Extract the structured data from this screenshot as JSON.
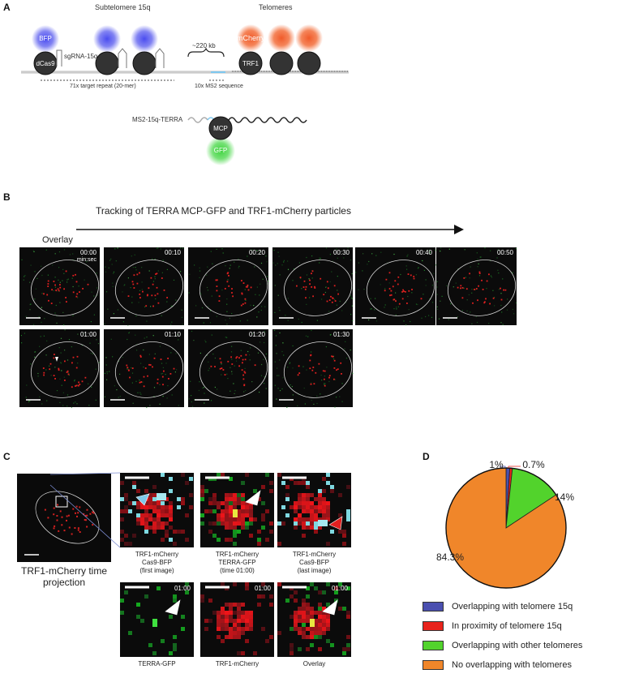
{
  "panels": {
    "a": "A",
    "b": "B",
    "c": "C",
    "d": "D"
  },
  "panel_a": {
    "subtelomere_title": "Subtelomere 15q",
    "telomeres_title": "Telomeres",
    "bfp": "BFP",
    "dcas9": "dCas9",
    "sgrna": "sgRNA-15q",
    "distance": "~220 kb",
    "mcherry": "mCherry",
    "trf1": "TRF1",
    "repeat": "71x target repeat (20-mer)",
    "ms2seq": "10x MS2 sequence",
    "terra": "MS2-15q-TERRA",
    "mcp": "MCP",
    "gfp": "GFP"
  },
  "panel_b": {
    "title": "Tracking of TERRA MCP-GFP and TRF1-mCherry particles",
    "overlay": "Overlay",
    "unit": "min:sec",
    "times": [
      "00:00",
      "00:10",
      "00:20",
      "00:30",
      "00:40",
      "00:50",
      "01:00",
      "01:10",
      "01:20",
      "01:30"
    ]
  },
  "panel_c": {
    "projection_label": "TRF1-mCherry time projection",
    "caption1": [
      "TRF1-mCherry",
      "Cas9-BFP",
      "(first image)"
    ],
    "caption2": [
      "TRF1-mCherry",
      "TERRA-GFP",
      "(time 01:00)"
    ],
    "caption3": [
      "TRF1-mCherry",
      "Cas9-BFP",
      "(last image)"
    ],
    "bottom_time": "01:00",
    "bottom_captions": [
      "TERRA-GFP",
      "TRF1-mCherry",
      "Overlay"
    ]
  },
  "chart_data": {
    "type": "pie",
    "slices": [
      {
        "label": "Overlapping with telomere 15q",
        "value": 1,
        "display": "1%",
        "color": "#4a4fb0"
      },
      {
        "label": "In proximity of telomere 15q",
        "value": 0.7,
        "display": "0.7%",
        "color": "#e8231c"
      },
      {
        "label": "Overlapping with other telomeres",
        "value": 14,
        "display": "14%",
        "color": "#52d32c"
      },
      {
        "label": "No overlapping with telomeres",
        "value": 84.3,
        "display": "84.3%",
        "color": "#f0862a"
      }
    ]
  }
}
